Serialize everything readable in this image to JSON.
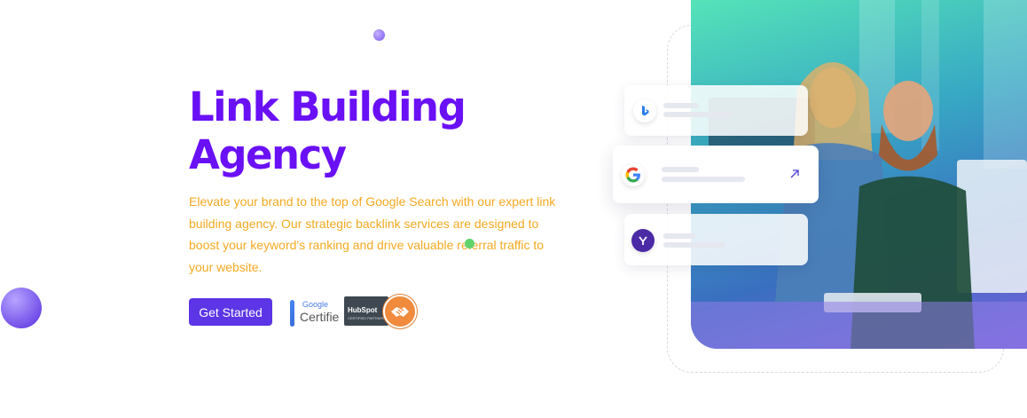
{
  "hero": {
    "title_line1": "Link Building",
    "title_line2": "Agency",
    "description": "Elevate your brand to the top of Google Search with our expert link building agency. Our strategic backlink services are designed to boost your keyword's ranking and drive valuable referral traffic to your website.",
    "cta_label": "Get Started"
  },
  "badges": {
    "google_top": "Google",
    "google_bottom": "Certifie",
    "hubspot_name": "HubSpot",
    "hubspot_sub": "CERTIFIED PARTNER"
  },
  "search_cards": {
    "bing": {
      "icon": "bing-icon"
    },
    "google": {
      "icon": "google-icon",
      "action_icon": "arrow-up-right-icon"
    },
    "yahoo": {
      "icon": "yahoo-icon"
    }
  },
  "colors": {
    "title": "#6a10f5",
    "description": "#f3a921",
    "cta_background": "#5b35e6"
  }
}
